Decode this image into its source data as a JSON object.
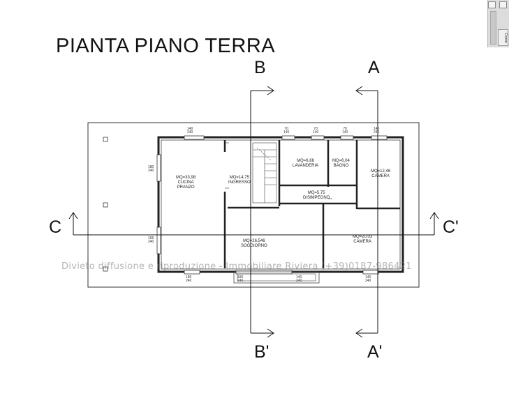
{
  "title": "PIANTA PIANO TERRA",
  "section_labels": {
    "b_top": "B",
    "a_top": "A",
    "c_left": "C",
    "c_right": "C'",
    "b_bottom": "B'",
    "a_bottom": "A'"
  },
  "rooms": {
    "cucina": {
      "area": "MQ=33,98",
      "name1": "CUCINA",
      "name2": "PRANZO"
    },
    "ingresso": {
      "area": "MQ=14,75",
      "name": "INGRESSO"
    },
    "lavanderia": {
      "area": "MQ=6,66",
      "name": "LAVANDERIA"
    },
    "bagno": {
      "area": "MQ=6,04",
      "name": "BAGNO"
    },
    "camera1": {
      "area": "MQ=12,46",
      "name": "CAMERA"
    },
    "disimpegno": {
      "area": "MQ=5,75",
      "name": "DISIMPEGNO"
    },
    "soggiorno": {
      "area": "MQ=26,546",
      "name": "SOGGIORNO"
    },
    "camera2": {
      "area": "MQ=20,03",
      "name": "CAMERA"
    }
  },
  "dims": {
    "w1": {
      "a": "140",
      "b": "240"
    },
    "w2": {
      "a": "70",
      "b": "140"
    },
    "w3": {
      "a": "70",
      "b": "140"
    },
    "w4": {
      "a": "70",
      "b": "140"
    },
    "w5": {
      "a": "140",
      "b": "240"
    },
    "left1": {
      "a": "180",
      "b": "240"
    },
    "left2": {
      "a": "165",
      "b": "240"
    },
    "bottom1": {
      "a": "180",
      "b": "240"
    },
    "bottom2": {
      "a": "180",
      "b": "240"
    },
    "bottom3": {
      "a": "140",
      "b": "240"
    },
    "bottom4": {
      "a": "140",
      "b": "240"
    }
  },
  "watermark": "Divieto diffusione e riproduzione - Immobiliare Riviera (+39)0187-986421",
  "widget": {
    "panel_text": "Comm"
  }
}
